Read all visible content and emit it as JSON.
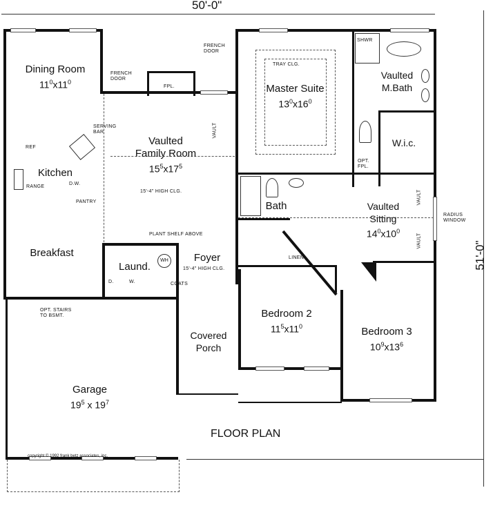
{
  "plan": {
    "title": "FLOOR PLAN",
    "width_dim": "50'-0\"",
    "depth_dim": "51'-0\"",
    "copyright": "copyright © 1992 frank betz associates, inc."
  },
  "rooms": {
    "dining": {
      "name": "Dining Room",
      "w": "11",
      "wi": "0",
      "d": "11",
      "di": "0"
    },
    "family": {
      "name1": "Vaulted",
      "name2": "Family Room",
      "w": "15",
      "wi": "5",
      "d": "17",
      "di": "5",
      "note": "15'-4\" HIGH CLG."
    },
    "master": {
      "name": "Master Suite",
      "w": "13",
      "wi": "0",
      "d": "16",
      "di": "0",
      "note": "TRAY CLG."
    },
    "mbath": {
      "name1": "Vaulted",
      "name2": "M.Bath"
    },
    "wic": {
      "name": "W.i.c."
    },
    "kitchen": {
      "name": "Kitchen"
    },
    "bath": {
      "name": "Bath"
    },
    "sitting": {
      "name1": "Vaulted",
      "name2": "Sitting",
      "w": "14",
      "wi": "0",
      "d": "10",
      "di": "0"
    },
    "breakfast": {
      "name": "Breakfast"
    },
    "laundry": {
      "name": "Laund."
    },
    "foyer": {
      "name": "Foyer",
      "note": "15'-4\" HIGH CLG."
    },
    "bed2": {
      "name": "Bedroom 2",
      "w": "11",
      "wi": "5",
      "d": "11",
      "di": "0"
    },
    "bed3": {
      "name": "Bedroom 3",
      "w": "10",
      "wi": "9",
      "d": "13",
      "di": "6"
    },
    "porch": {
      "name1": "Covered",
      "name2": "Porch"
    },
    "garage": {
      "name": "Garage",
      "w": "19",
      "wi": "5",
      "d": "19",
      "di": "7"
    }
  },
  "labels": {
    "french_door": "FRENCH DOOR",
    "french": "FRENCH",
    "door": "DOOR",
    "fpl": "FPL.",
    "serving1": "SERVING",
    "serving2": "BAR",
    "ref": "REF",
    "range": "RANGE",
    "dw": "D.W.",
    "pantry": "PANTRY",
    "plant_shelf": "PLANT SHELF ABOVE",
    "wh": "WH",
    "dryer": "D.",
    "washer": "W.",
    "coats": "COATS",
    "linen": "LINEN",
    "shwr": "SHWR",
    "opt_fpl1": "OPT.",
    "opt_fpl2": "FPL.",
    "vault": "VAULT",
    "radius1": "RADIUS",
    "radius2": "WINDOW",
    "stairs1": "OPT. STAIRS",
    "stairs2": "TO BSMT."
  }
}
